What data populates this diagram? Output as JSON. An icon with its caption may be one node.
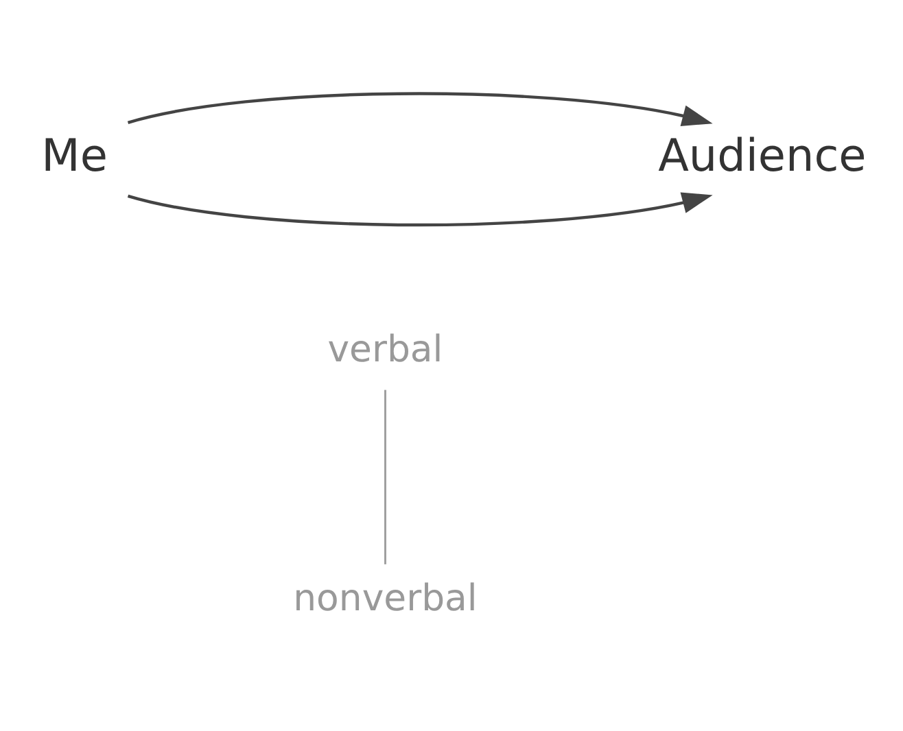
{
  "diagram": {
    "nodes": [
      {
        "text": [
          "Me"
        ]
      },
      {
        "text": [
          "Audience"
        ]
      },
      {
        "text": [
          "verbal"
        ]
      },
      {
        "text": [
          "nonverbal"
        ]
      }
    ],
    "edges": [
      {
        "from": 0,
        "to": 1,
        "arrow": "to"
      },
      {
        "from": 0,
        "to": 1,
        "arrow": "to"
      },
      {
        "from": 2,
        "to": 3,
        "arrow": "none",
        "color": "#a0a0a0"
      }
    ]
  }
}
